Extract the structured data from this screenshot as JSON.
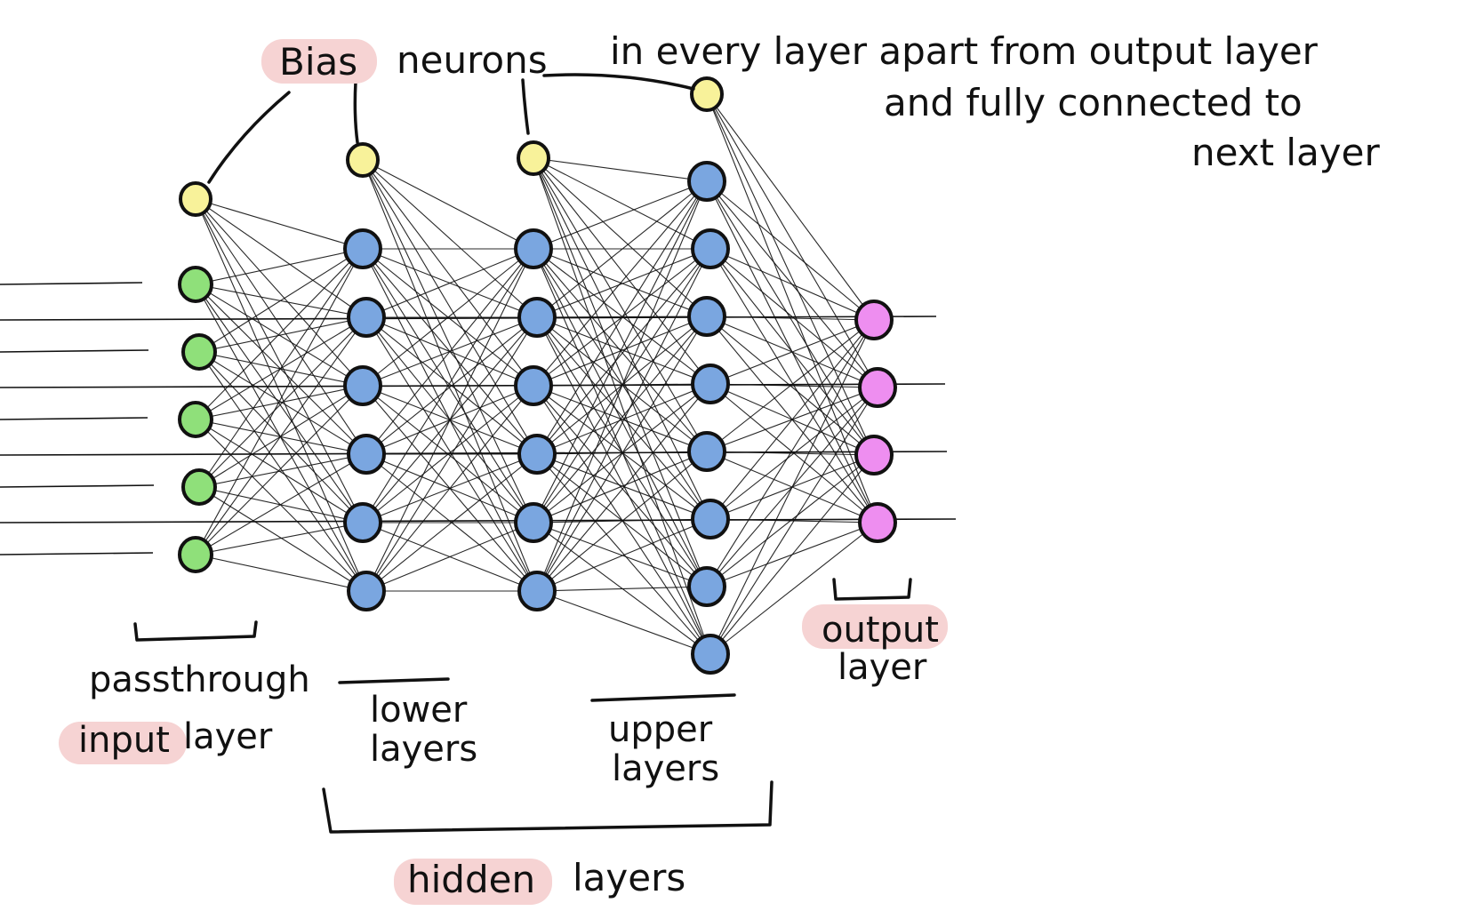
{
  "labels": {
    "bias_word": "Bias",
    "bias_rest": "neurons",
    "bias_desc_1": "in every layer apart from output layer",
    "bias_desc_2": "and fully connected to",
    "bias_desc_3": "next layer",
    "input_1": "passthrough",
    "input_hl": "input",
    "input_2": "layer",
    "lower_1": "lower",
    "lower_2": "layers",
    "upper_1": "upper",
    "upper_2": "layers",
    "output_hl": "output",
    "output_2": "layer",
    "hidden_hl": "hidden",
    "hidden_2": "layers"
  },
  "colors": {
    "input": "#8fe07a",
    "bias": "#f8f29a",
    "hidden": "#7aa6e0",
    "output": "#ee8ef0",
    "highlight": "#f6d3d3"
  },
  "network": {
    "layers": [
      {
        "name": "input",
        "bias": true,
        "neurons": 5
      },
      {
        "name": "hidden-lower-1",
        "bias": true,
        "neurons": 6
      },
      {
        "name": "hidden-lower-2",
        "bias": true,
        "neurons": 6
      },
      {
        "name": "hidden-upper",
        "bias": true,
        "neurons": 8
      },
      {
        "name": "output",
        "bias": false,
        "neurons": 4
      }
    ]
  }
}
